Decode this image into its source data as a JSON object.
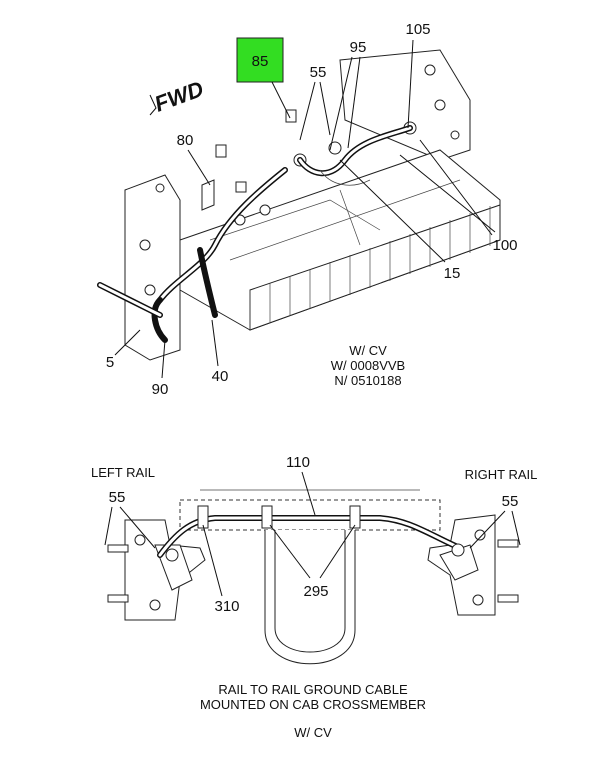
{
  "highlight_color": "#33dd22",
  "top_view": {
    "direction": "FWD",
    "callouts": {
      "c85": "85",
      "c55": "55",
      "c95": "95",
      "c105": "105",
      "c80": "80",
      "c100": "100",
      "c15": "15",
      "c5": "5",
      "c90": "90",
      "c40": "40"
    },
    "notes": [
      "W/ CV",
      "W/ 0008VVB",
      "N/ 0510188"
    ]
  },
  "bottom_view": {
    "left_rail": "LEFT RAIL",
    "right_rail": "RIGHT RAIL",
    "callouts": {
      "c110": "110",
      "c55_left": "55",
      "c55_right": "55",
      "c310": "310",
      "c295": "295"
    },
    "caption_line1": "RAIL TO RAIL GROUND CABLE",
    "caption_line2": "MOUNTED ON CAB CROSSMEMBER",
    "footnote": "W/ CV"
  }
}
